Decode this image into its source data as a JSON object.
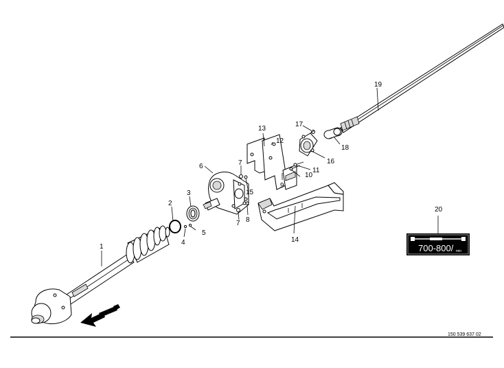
{
  "callouts": [
    {
      "id": "c1",
      "label": "1"
    },
    {
      "id": "c2",
      "label": "2"
    },
    {
      "id": "c3",
      "label": "3"
    },
    {
      "id": "c4",
      "label": "4"
    },
    {
      "id": "c5",
      "label": "5"
    },
    {
      "id": "c6",
      "label": "6"
    },
    {
      "id": "c7a",
      "label": "7"
    },
    {
      "id": "c7b",
      "label": "7"
    },
    {
      "id": "c8",
      "label": "8"
    },
    {
      "id": "c9",
      "label": "9"
    },
    {
      "id": "c10",
      "label": "10"
    },
    {
      "id": "c11",
      "label": "11"
    },
    {
      "id": "c12",
      "label": "12"
    },
    {
      "id": "c13",
      "label": "13"
    },
    {
      "id": "c14",
      "label": "14"
    },
    {
      "id": "c15",
      "label": "15"
    },
    {
      "id": "c16",
      "label": "16"
    },
    {
      "id": "c17",
      "label": "17"
    },
    {
      "id": "c18",
      "label": "18"
    },
    {
      "id": "c19",
      "label": "19"
    },
    {
      "id": "c20",
      "label": "20"
    }
  ],
  "badge": {
    "speed": "700-800/",
    "unit": "min"
  },
  "drawing_number": "150 539 637 02"
}
